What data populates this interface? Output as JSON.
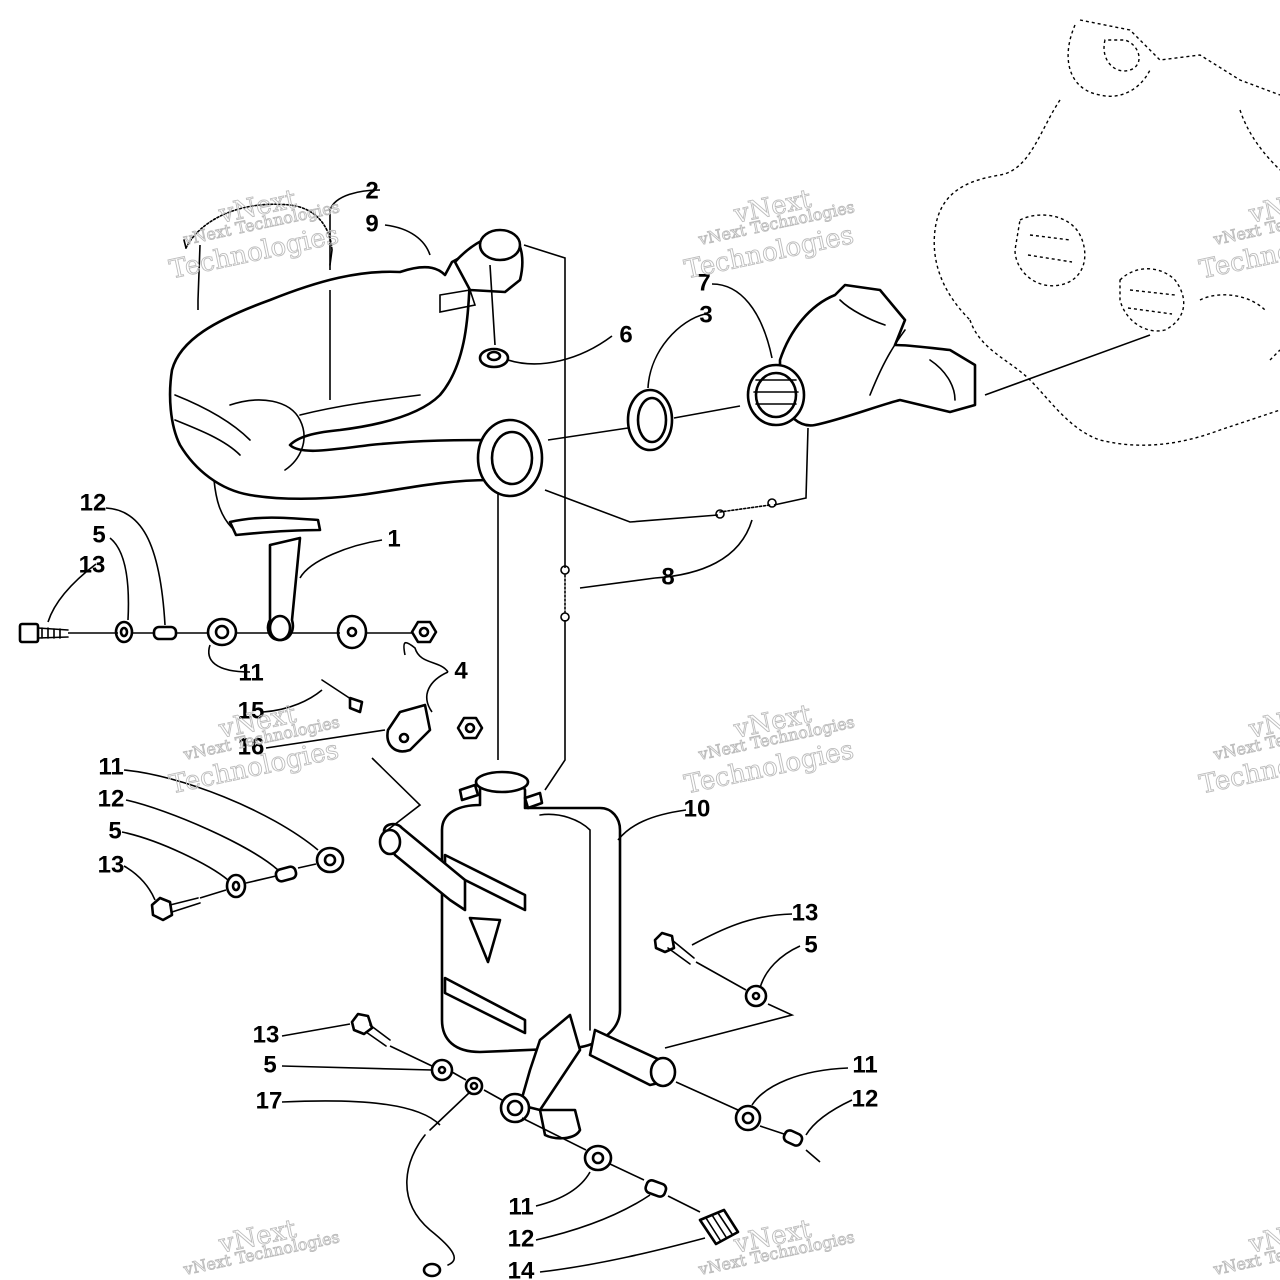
{
  "callouts": {
    "c1": "1",
    "c2": "2",
    "c3": "3",
    "c4": "4",
    "c5a": "5",
    "c5b": "5",
    "c5c": "5",
    "c5d": "5",
    "c6": "6",
    "c7": "7",
    "c8": "8",
    "c9": "9",
    "c10": "10",
    "c11a": "11",
    "c11b": "11",
    "c11c": "11",
    "c11d": "11",
    "c12a": "12",
    "c12b": "12",
    "c12c": "12",
    "c12d": "12",
    "c13a": "13",
    "c13b": "13",
    "c13c": "13",
    "c13d": "13",
    "c14": "14",
    "c15": "15",
    "c16": "16",
    "c17": "17"
  },
  "watermark": {
    "line1": "vNext Technologies",
    "line2a": "vNext",
    "line2b": "Technologies"
  }
}
